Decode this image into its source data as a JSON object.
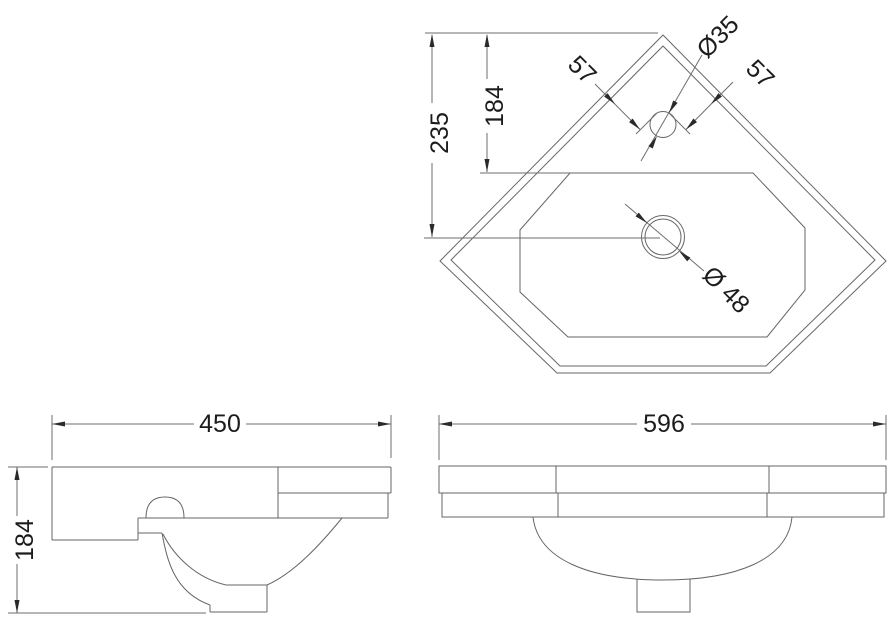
{
  "drawing": {
    "type": "technical-dimension-drawing",
    "subject": "corner-basin",
    "colors": {
      "background": "#ffffff",
      "outline": "#666666",
      "dimension_line": "#6e6e6e",
      "text": "#1c1c1c"
    },
    "views": {
      "top": {
        "name": "top-view",
        "labels": {
          "overall_depth": "235",
          "bowl_depth": "184",
          "hole_offset_left": "57",
          "hole_offset_right": "57",
          "faucet_hole_diameter": "Ø35",
          "drain_diameter": "Ø 48"
        }
      },
      "side": {
        "name": "side-view",
        "labels": {
          "width": "450",
          "height": "184"
        }
      },
      "front": {
        "name": "front-view",
        "labels": {
          "width": "596"
        }
      }
    }
  }
}
